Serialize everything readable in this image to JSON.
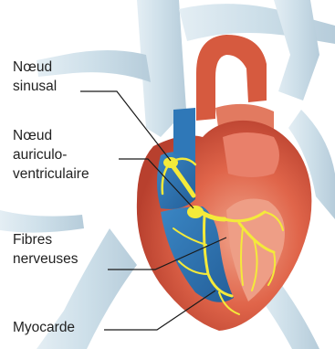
{
  "labels": {
    "sinoatrial_node": [
      "Nœud",
      "sinusal"
    ],
    "av_node": [
      "Nœud",
      "auriculo-",
      "ventriculaire"
    ],
    "nerve_fibers": [
      "Fibres",
      "nerveuses"
    ],
    "myocardium": [
      "Myocarde"
    ]
  },
  "colors": {
    "vessels": "#cfe0ea",
    "vessel_shadow": "#b3cbd9",
    "blue_chambers": "#2f78b8",
    "red_muscle": "#d9533d",
    "red_light": "#ec9a83",
    "conduction_yellow": "#f4ea3a",
    "leader_lines": "#1a1a1a"
  }
}
